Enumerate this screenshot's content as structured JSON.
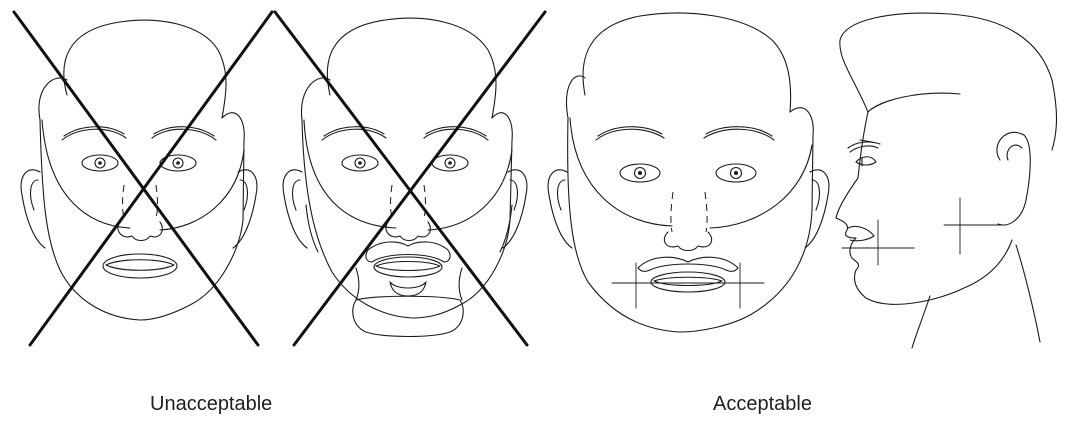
{
  "captions": {
    "unacceptable": "Unacceptable",
    "acceptable": "Acceptable"
  },
  "panels": [
    {
      "name": "clean-shaven-face",
      "verdict": "unacceptable",
      "crossed_out": true
    },
    {
      "name": "full-beard-face",
      "verdict": "unacceptable",
      "crossed_out": true
    },
    {
      "name": "mustache-front-face",
      "verdict": "acceptable",
      "crossed_out": false
    },
    {
      "name": "mustache-profile-face",
      "verdict": "acceptable",
      "crossed_out": false
    }
  ],
  "colors": {
    "line": "#1a1a1a",
    "background": "#ffffff"
  }
}
